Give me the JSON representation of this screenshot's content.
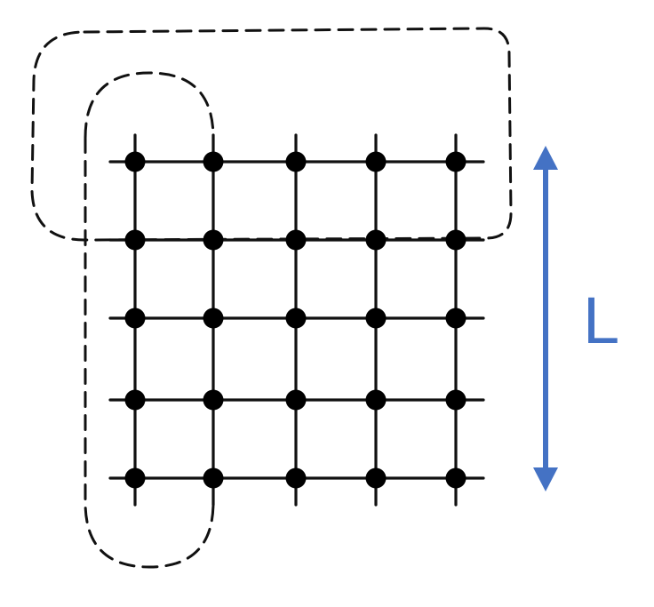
{
  "diagram": {
    "lattice": {
      "rows": 5,
      "columns": 5
    },
    "length_label": "L",
    "colors": {
      "arrow": "#4472C4",
      "lines": "#111111",
      "sites": "#000000"
    }
  }
}
